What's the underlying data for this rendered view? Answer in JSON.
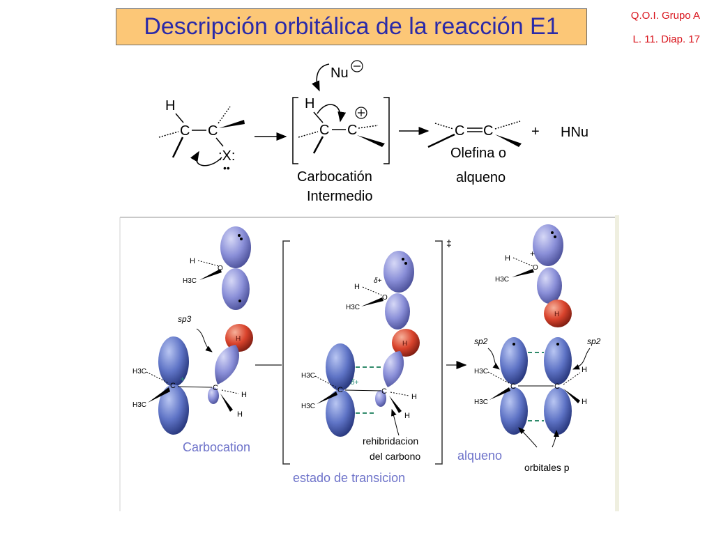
{
  "header": {
    "title": "Descripción orbitálica de la reacción E1",
    "course": "Q.O.I. Grupo A",
    "slide_ref": "L. 11. Diap. 17"
  },
  "scheme": {
    "nucleophile": "Nu",
    "carbon": "C",
    "hydrogen": "H",
    "leaving_group": ":X:",
    "carbocation_label_line1": "Carbocatión",
    "carbocation_label_line2": "Intermedio",
    "product_label_line1": "Olefina o",
    "product_label_line2": "alqueno",
    "plus": "+",
    "byproduct": "HNu"
  },
  "orbital_diagram": {
    "label_carbocation": "Carbocation",
    "label_transition_state": "estado de transicion",
    "label_rehybridization_line1": "rehibridacion",
    "label_rehybridization_line2": "del carbono",
    "label_alkene": "alqueno",
    "label_p_orbitals": "orbitales p",
    "label_sp3": "sp3",
    "label_sp2": "sp2",
    "label_methyl": "H3C",
    "label_delta_plus": "δ+",
    "label_double_dagger": "‡",
    "colors": {
      "lobe_blue": "#5f74c6",
      "lobe_lavender": "#8a8fd8",
      "lobe_red": "#d9432c",
      "dash_green": "#2f8a6a",
      "label_blue": "#6d72c9"
    }
  }
}
